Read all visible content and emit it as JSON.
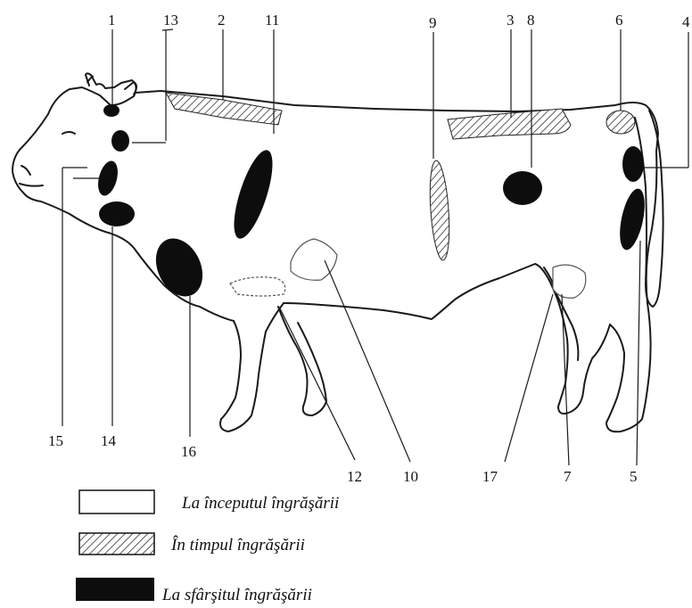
{
  "labels": {
    "n1": "1",
    "n2": "2",
    "n3": "3",
    "n4": "4",
    "n5": "5",
    "n6": "6",
    "n7": "7",
    "n8": "8",
    "n9": "9",
    "n10": "10",
    "n11": "11",
    "n12": "12",
    "n13": "13",
    "n14": "14",
    "n15": "15",
    "n16": "16",
    "n17": "17"
  },
  "legend": {
    "start": "La începutul îngrăşării",
    "during": "În timpul îngrăşării",
    "end": "La sfârşitul îngrăşării"
  }
}
